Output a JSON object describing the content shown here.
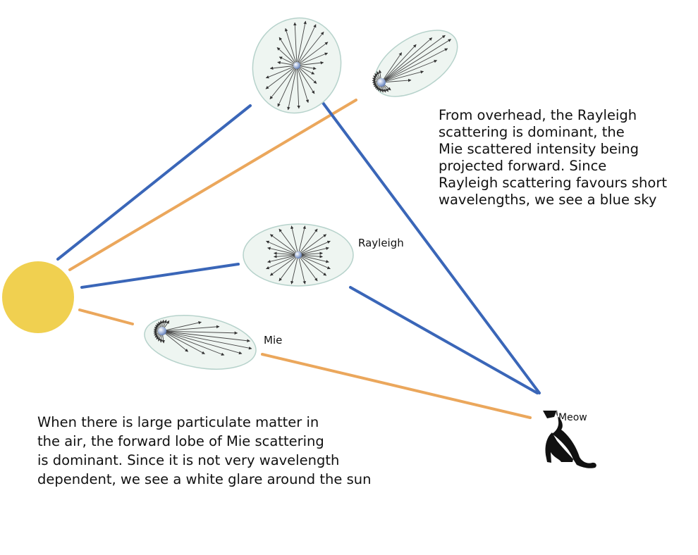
{
  "labels": {
    "rayleigh": "Rayleigh",
    "mie": "Mie",
    "meow": "Meow"
  },
  "captions": {
    "overhead": [
      "From overhead, the Rayleigh",
      "scattering is dominant, the",
      "Mie scattered intensity being",
      "projected forward. Since",
      "Rayleigh scattering favours short",
      "wavelengths, we see a blue sky"
    ],
    "glare": [
      "When there is large particulate matter in",
      "the air, the forward lobe of Mie scattering",
      "is dominant. Since it is not very wavelength",
      "dependent, we see a white glare around the sun"
    ]
  },
  "colors": {
    "sun": "#f0d050",
    "blue_ray": "#3a66b8",
    "orange_ray": "#eba75c",
    "lobe_fill": "#eef5f1",
    "lobe_stroke": "#b6d2cb",
    "particle": "#9fb3da",
    "arrow": "#444444",
    "cat": "#111111"
  },
  "icons": {
    "sun": "sun-circle",
    "cat": "cat-silhouette-icon",
    "particle": "scattering-particle"
  }
}
